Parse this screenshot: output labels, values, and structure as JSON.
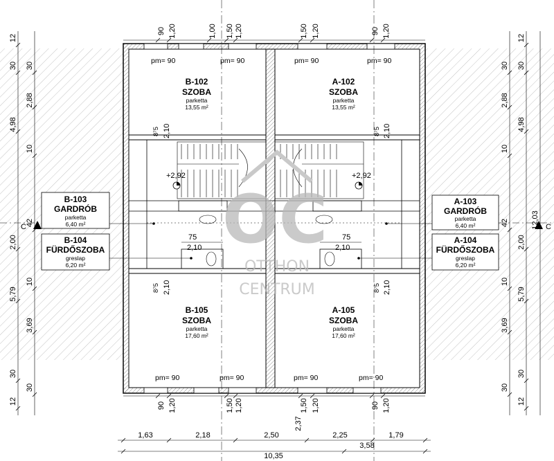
{
  "rooms": {
    "b102": {
      "code": "B-102",
      "name": "SZOBA",
      "floor": "parketta",
      "area": "13,55 m²"
    },
    "a102": {
      "code": "A-102",
      "name": "SZOBA",
      "floor": "parketta",
      "area": "13,55 m²"
    },
    "b103": {
      "code": "B-103",
      "name": "GARDRÓB",
      "floor": "parketta",
      "area": "6,40 m²"
    },
    "a103": {
      "code": "A-103",
      "name": "GARDRÓB",
      "floor": "parketta",
      "area": "6,40 m²"
    },
    "b104": {
      "code": "B-104",
      "name": "FÜRDŐSZOBA",
      "floor": "greslap",
      "area": "6,20 m²"
    },
    "a104": {
      "code": "A-104",
      "name": "FÜRDŐSZOBA",
      "floor": "greslap",
      "area": "6,20 m²"
    },
    "b105": {
      "code": "B-105",
      "name": "SZOBA",
      "floor": "parketta",
      "area": "17,60 m²"
    },
    "a105": {
      "code": "A-105",
      "name": "SZOBA",
      "floor": "parketta",
      "area": "17,60 m²"
    }
  },
  "window_labels": {
    "parapet": "pm= 90"
  },
  "levels": {
    "left": "+2,92",
    "right": "+2,92"
  },
  "inner_dims": {
    "door_75": "75",
    "door_210": "2,10",
    "sill_875": "8⁷5"
  },
  "section_marker": "C",
  "dims": {
    "top": [
      "90",
      "1,20",
      "1,00",
      "1,50",
      "1,20",
      "1,50",
      "1,20",
      "90",
      "1,20"
    ],
    "bottom_vertical": [
      "90",
      "1,20",
      "1,50",
      "1,20",
      "1,50",
      "1,20",
      "90",
      "1,20"
    ],
    "bottom_row": [
      "1,63",
      "2,18",
      "2,50",
      "2,25",
      "1,79"
    ],
    "bottom_mid": "2,37",
    "bottom_right_extra": "3,58",
    "total_width": "10,35",
    "left_outer": [
      "12",
      "30",
      "4,98",
      "2,00",
      "5,79",
      "30",
      "12"
    ],
    "left_inner": [
      "30",
      "2,88",
      "10",
      "42",
      "10",
      "3,69",
      "30"
    ],
    "right_outer": [
      "12",
      "30",
      "4,98",
      "2,00",
      "5,79",
      "30",
      "12"
    ],
    "right_inner": [
      "30",
      "2,88",
      "10",
      "42",
      "10",
      "3,69",
      "30"
    ],
    "right_total": "12,03"
  },
  "watermark": {
    "logo": "OC",
    "line1": "OTTHON",
    "line2": "CENTRUM"
  }
}
